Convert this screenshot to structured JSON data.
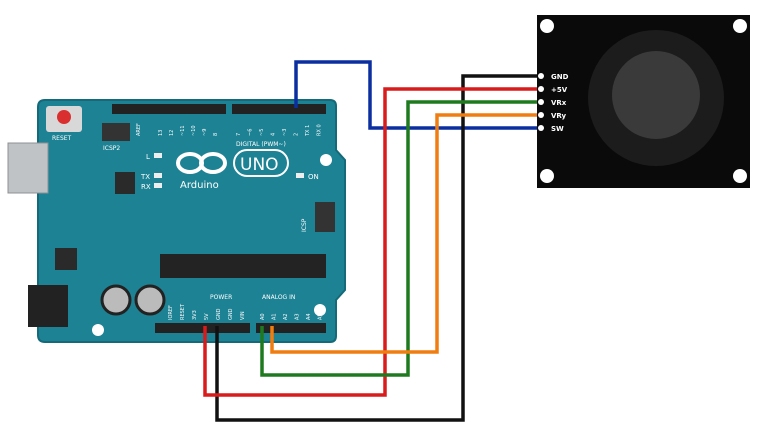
{
  "board": {
    "name": "Arduino",
    "model": "UNO",
    "reset_label": "RESET",
    "icsp2_label": "ICSP2",
    "icsp_label": "ICSP",
    "led_labels": [
      "L",
      "TX",
      "RX"
    ],
    "on_label": "ON",
    "digital_label": "DIGITAL (PWM~)",
    "aref_label": "AREF",
    "digital_pins": [
      "13",
      "12",
      "~11",
      "~10",
      "~9",
      "8",
      "7",
      "~6",
      "~5",
      "4",
      "~3",
      "2",
      "TX 1",
      "RX 0"
    ],
    "power_label": "POWER",
    "power_pins": [
      "IOREF",
      "RESET",
      "3V3",
      "5V",
      "GND",
      "GND",
      "VIN"
    ],
    "analog_label": "ANALOG IN",
    "analog_pins": [
      "A0",
      "A1",
      "A2",
      "A3",
      "A4",
      "A5"
    ],
    "color": "#1d8294"
  },
  "joystick": {
    "pins": [
      "GND",
      "+5V",
      "VRx",
      "VRy",
      "SW"
    ]
  },
  "wires": [
    {
      "from": "D2",
      "to": "SW",
      "color": "#0b2fa0"
    },
    {
      "from": "GND",
      "to": "GND",
      "color": "#111111"
    },
    {
      "from": "5V",
      "to": "+5V",
      "color": "#d91b1b"
    },
    {
      "from": "A0",
      "to": "VRx",
      "color": "#1f7a1f"
    },
    {
      "from": "A1",
      "to": "VRy",
      "color": "#f07d10"
    }
  ]
}
